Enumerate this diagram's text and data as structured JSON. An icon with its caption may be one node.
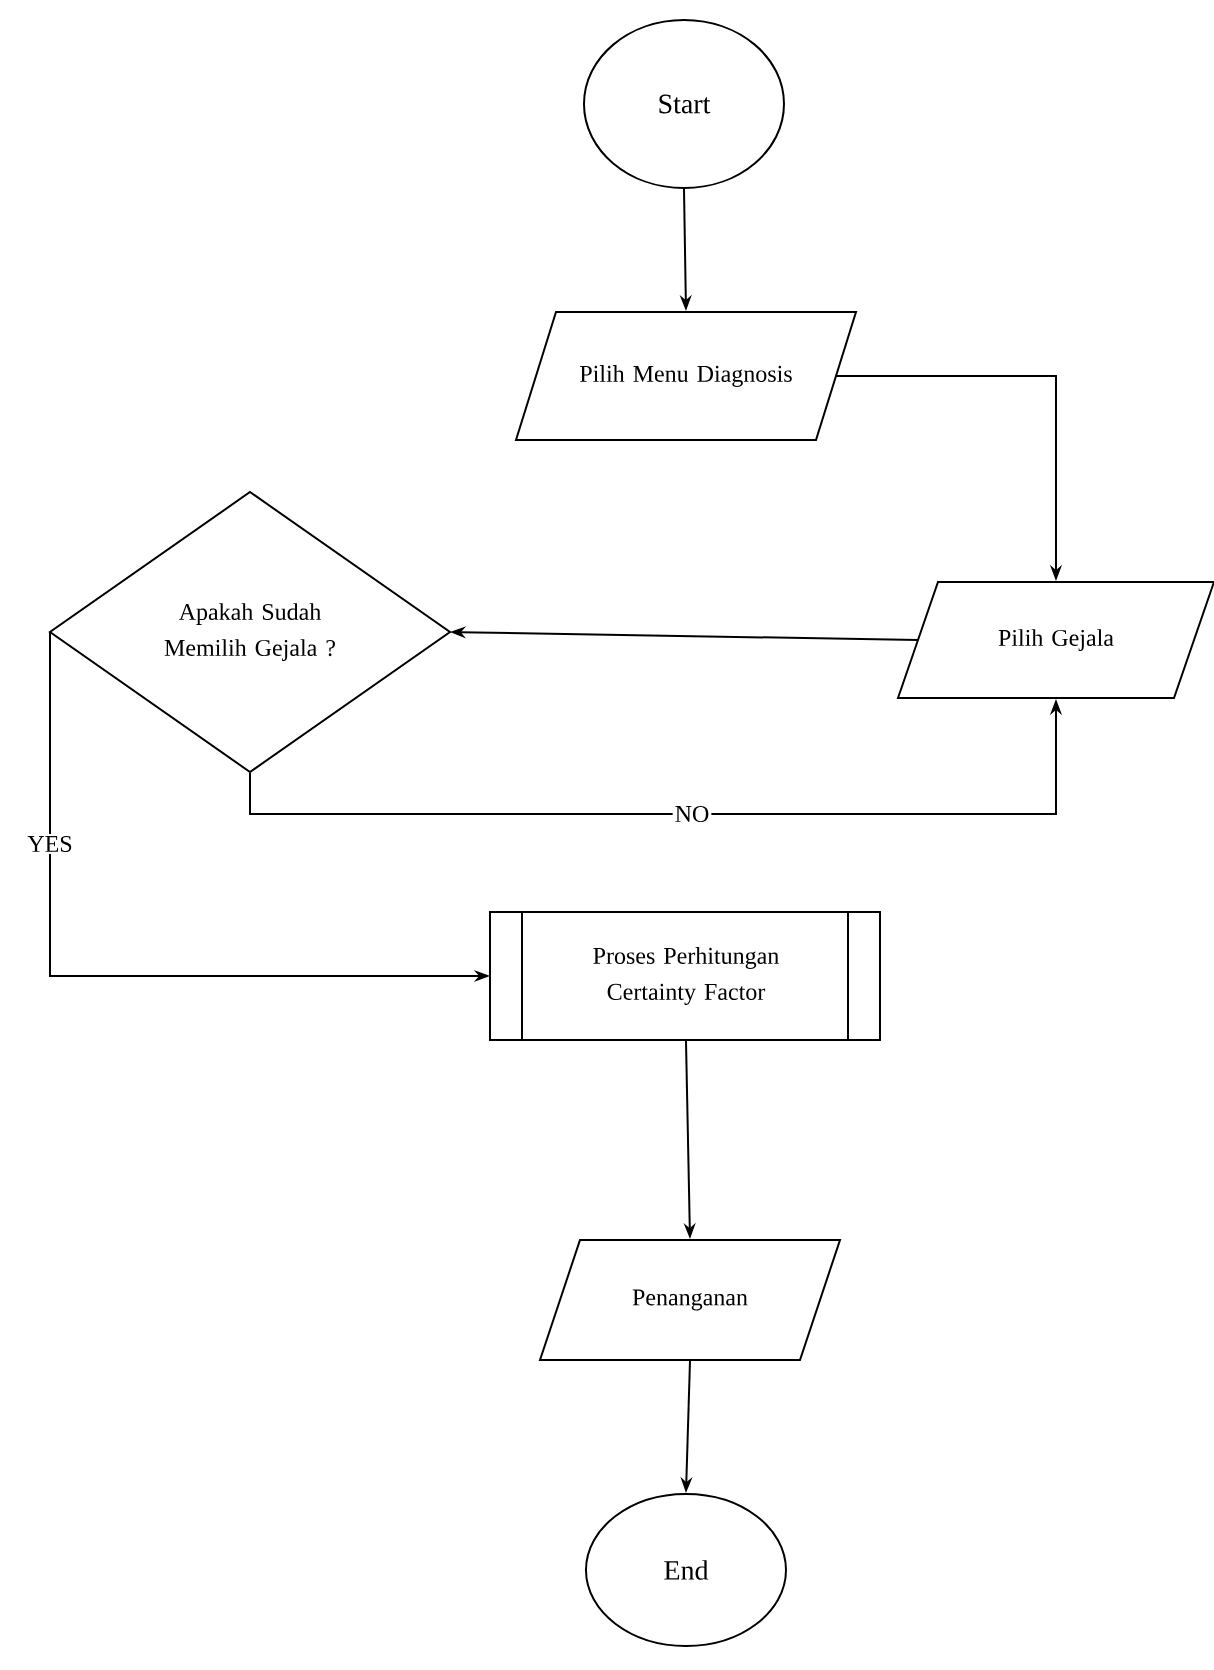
{
  "diagram": {
    "nodes": [
      {
        "text": [
          "Start"
        ]
      },
      {
        "text": [
          "Pilih Menu Diagnosis"
        ]
      },
      {
        "text": [
          "Pilih Gejala"
        ]
      },
      {
        "text": [
          "Apakah Sudah Memilih Gejala ?"
        ]
      },
      {
        "text": [
          "Proses Perhitungan Certainty Factor"
        ]
      },
      {
        "text": [
          "Penanganan"
        ]
      },
      {
        "text": [
          "End"
        ]
      }
    ],
    "edges": [
      {
        "from": 0,
        "to": 1,
        "arrow": "to"
      },
      {
        "from": 1,
        "to": 2,
        "arrow": "to"
      },
      {
        "from": 2,
        "to": 3,
        "arrow": "to"
      },
      {
        "from": 3,
        "to": 2,
        "arrow": "to",
        "label": "NO"
      },
      {
        "from": 3,
        "to": 4,
        "arrow": "to",
        "label": "YES"
      },
      {
        "from": 4,
        "to": 5,
        "arrow": "to"
      },
      {
        "from": 5,
        "to": 6,
        "arrow": "to"
      }
    ]
  }
}
